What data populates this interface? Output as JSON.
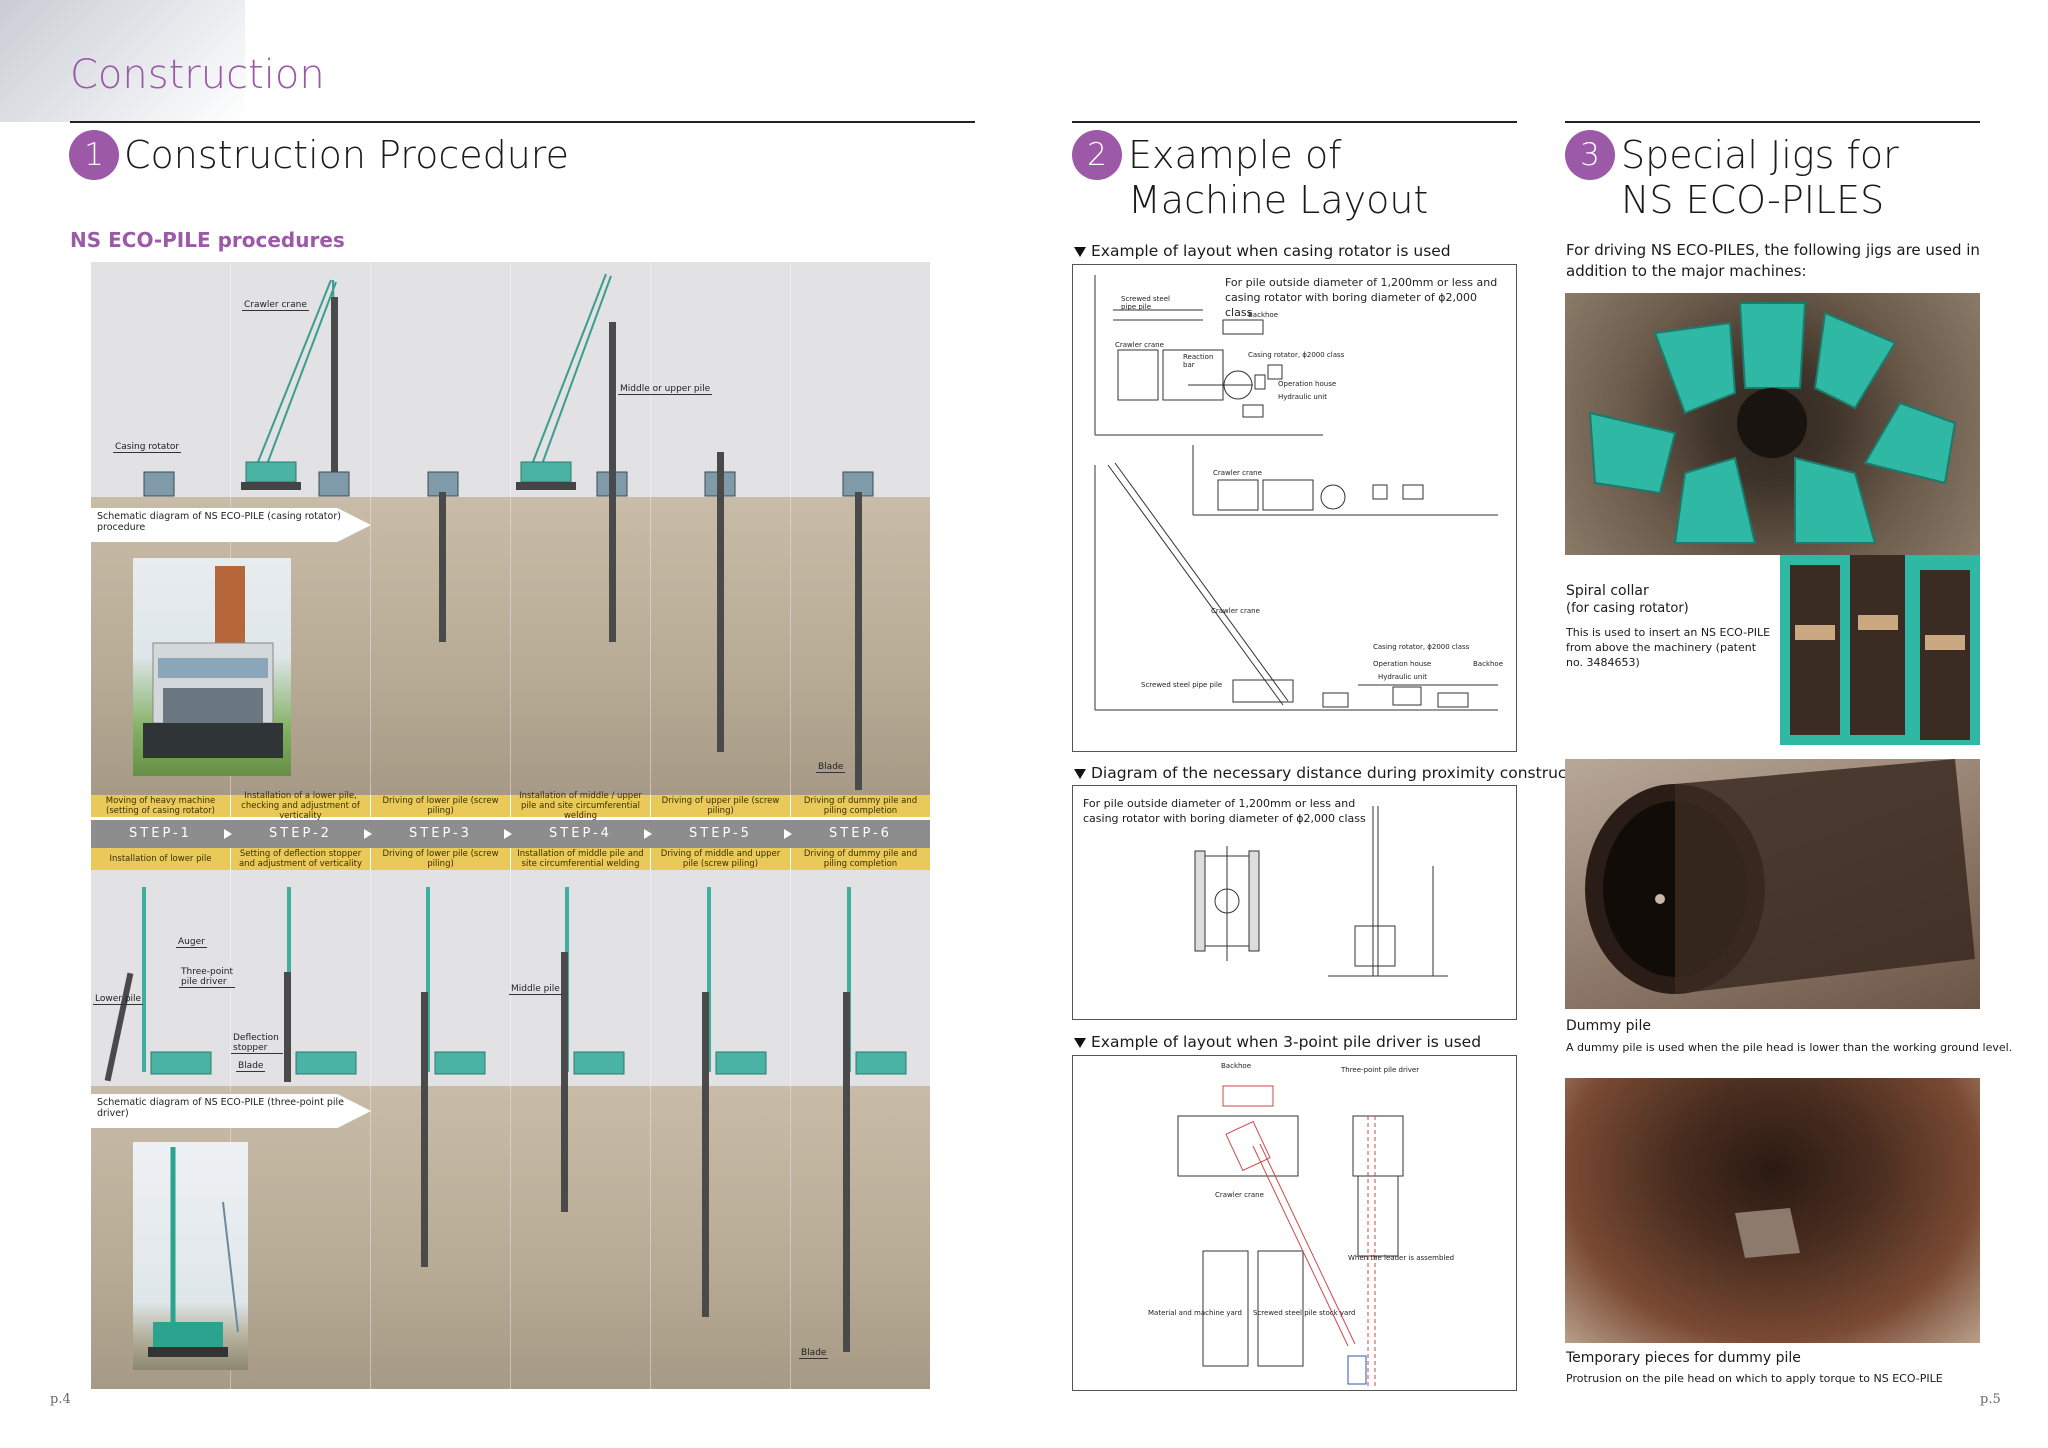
{
  "header": {
    "section_title": "Construction"
  },
  "sections": [
    {
      "num": "1",
      "title": "Construction Procedure"
    },
    {
      "num": "2",
      "title_line1": "Example of",
      "title_line2": "Machine Layout"
    },
    {
      "num": "3",
      "title_line1": "Special Jigs for",
      "title_line2": "NS ECO-PILES"
    }
  ],
  "procedures": {
    "subtitle": "NS ECO-PILE procedures",
    "labels": {
      "crawler_crane": "Crawler crane",
      "casing_rotator": "Casing rotator",
      "middle_upper_pile": "Middle or upper pile",
      "blade": "Blade",
      "auger": "Auger",
      "three_point": "Three-point pile driver",
      "lower_pile": "Lower pile",
      "deflection_stopper": "Deflection stopper",
      "middle_pile": "Middle pile"
    },
    "banner_top": "Schematic diagram of NS ECO-PILE (casing rotator) procedure",
    "banner_bottom": "Schematic diagram of NS ECO-PILE (three-point pile driver)",
    "top_captions": [
      "Moving of heavy machine (setting of casing rotator)",
      "Installation of a lower pile, checking and adjustment of verticality",
      "Driving of lower pile (screw piling)",
      "Installation of middle / upper pile and site circumferential welding",
      "Driving of upper pile (screw piling)",
      "Driving of dummy pile and piling completion"
    ],
    "steps": [
      "STEP-1",
      "STEP-2",
      "STEP-3",
      "STEP-4",
      "STEP-5",
      "STEP-6"
    ],
    "bottom_captions": [
      "Installation of lower pile",
      "Setting of deflection stopper and adjustment of verticality",
      "Driving of lower pile (screw piling)",
      "Installation of middle pile and site circumferential welding",
      "Driving of middle and upper pile (screw piling)",
      "Driving of dummy pile and piling completion"
    ]
  },
  "layout": {
    "diagram1_title": "Example of layout when casing rotator is used",
    "diagram1_note": "For pile outside diameter of 1,200mm or less and casing rotator with boring diameter of ϕ2,000 class",
    "diagram1_labels": {
      "screwed_steel": "Screwed steel pipe pile",
      "backhoe": "Backhoe",
      "crawler_crane": "Crawler crane",
      "reaction_bar": "Reaction bar",
      "casing_rotator": "Casing rotator, ϕ2000 class",
      "operation_house": "Operation house",
      "hydraulic_unit": "Hydraulic unit",
      "screwed_steel_pile": "Screwed steel pipe pile"
    },
    "diagram2_title": "Diagram of the necessary distance during proximity construction",
    "diagram2_note": "For pile outside diameter of 1,200mm or less and casing rotator with boring diameter of ϕ2,000 class",
    "diagram3_title": "Example of layout when 3-point pile driver is used",
    "diagram3_labels": {
      "backhoe": "Backhoe",
      "three_point": "Three-point pile driver",
      "crawler_crane": "Crawler crane",
      "leader": "When the leader is assembled",
      "material_yard": "Material and machine yard",
      "stock_yard": "Screwed steel pile stock yard"
    }
  },
  "jigs": {
    "intro": "For driving NS ECO-PILES, the following jigs are used in addition to the major machines:",
    "spiral_title1": "Spiral collar",
    "spiral_title2": "(for casing rotator)",
    "spiral_desc": "This is used to insert an NS ECO-PILE from above the machinery (patent no. 3484653)",
    "dummy_title": "Dummy pile",
    "dummy_desc": "A dummy pile is used when the pile head is lower than the working ground level.",
    "temp_title": "Temporary pieces for dummy pile",
    "temp_desc": "Protrusion on the pile head on which to apply torque to NS ECO-PILE"
  },
  "pages": {
    "left": "p.4",
    "right": "p.5"
  },
  "colors": {
    "accent": "#9b59a8",
    "step_bar": "#8d8d8d",
    "caption_yellow": "#e8c95a",
    "jig_teal": "#2fb8a3"
  }
}
